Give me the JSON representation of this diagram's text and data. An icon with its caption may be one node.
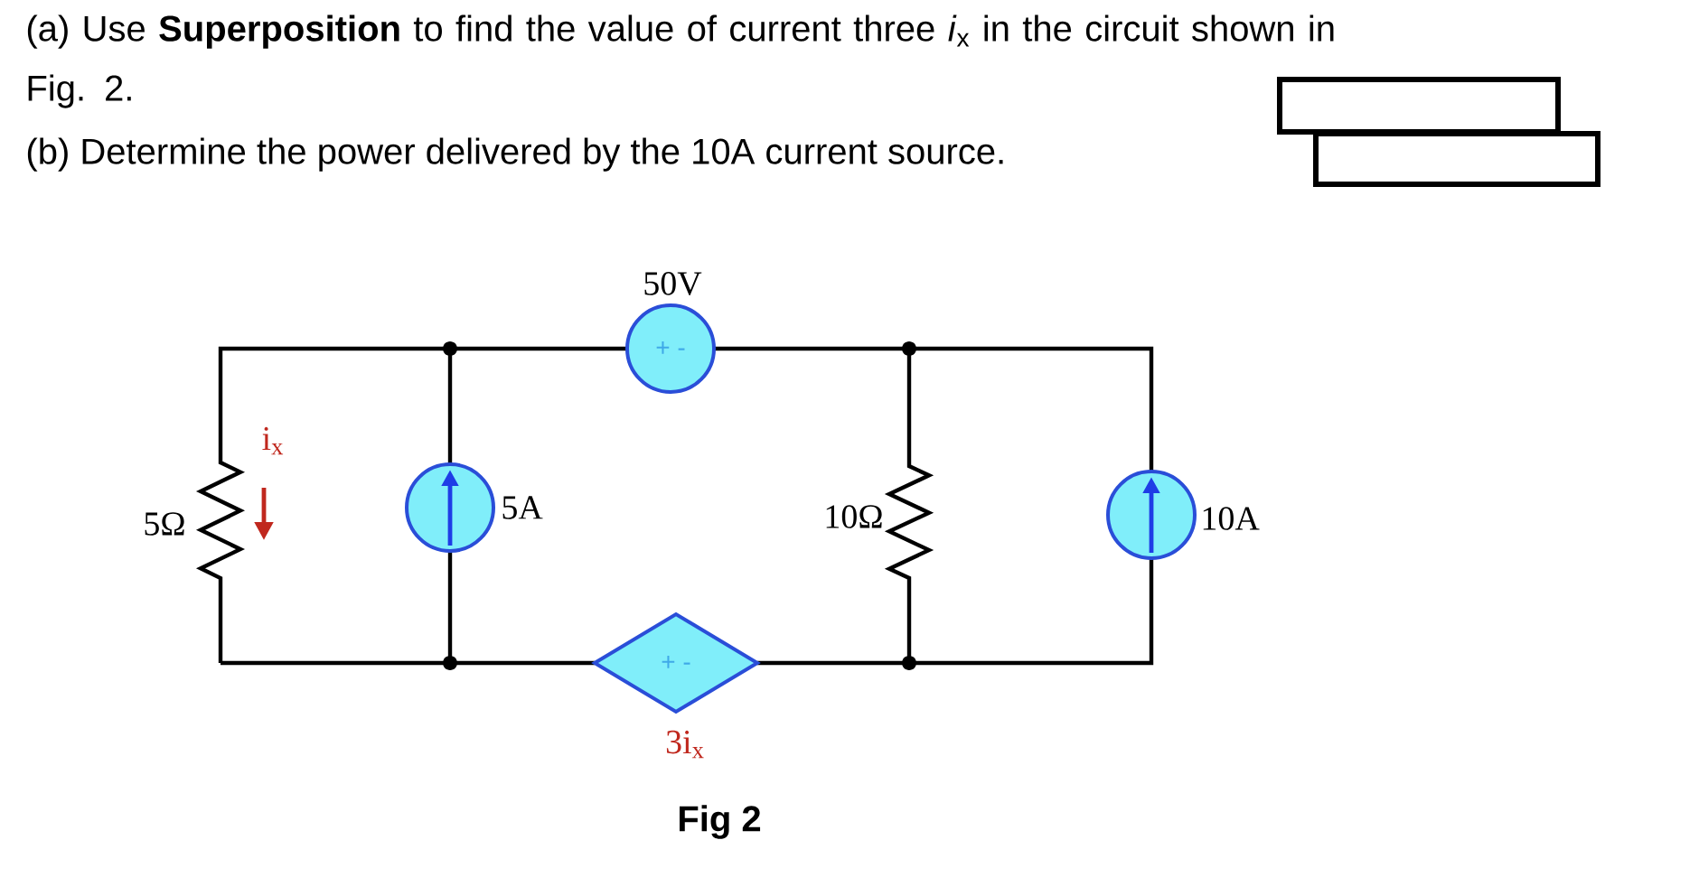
{
  "diagram": {
    "caption": "Fig 2",
    "labels": [
      "(a) Use **Superposition** to find the value of current three *i*$_{x}$ in the circuit shown in Fig. 2.",
      "(b) Determine the power delivered by the 10A current source.",
      "50V",
      "+ -",
      "i$_{x}$",
      "5Ω",
      "5A",
      "10Ω",
      "10A",
      "+ -",
      "3i$_{x}$"
    ]
  }
}
